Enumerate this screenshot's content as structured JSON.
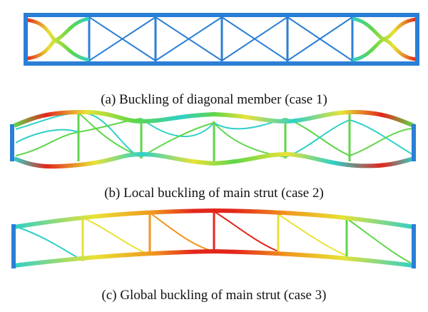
{
  "figure": {
    "panels": [
      {
        "id": "a",
        "caption": "(a) Buckling of diagonal member (case 1)"
      },
      {
        "id": "b",
        "caption": "(b) Local buckling of main strut (case 2)"
      },
      {
        "id": "c",
        "caption": "(c) Global buckling of main strut (case 3)"
      }
    ]
  },
  "colors": {
    "blue": "#2b7fd6",
    "cyan": "#2fd0c8",
    "green": "#5fd64a",
    "yellow": "#e8e236",
    "orange": "#f0951d",
    "red": "#e3261c"
  }
}
